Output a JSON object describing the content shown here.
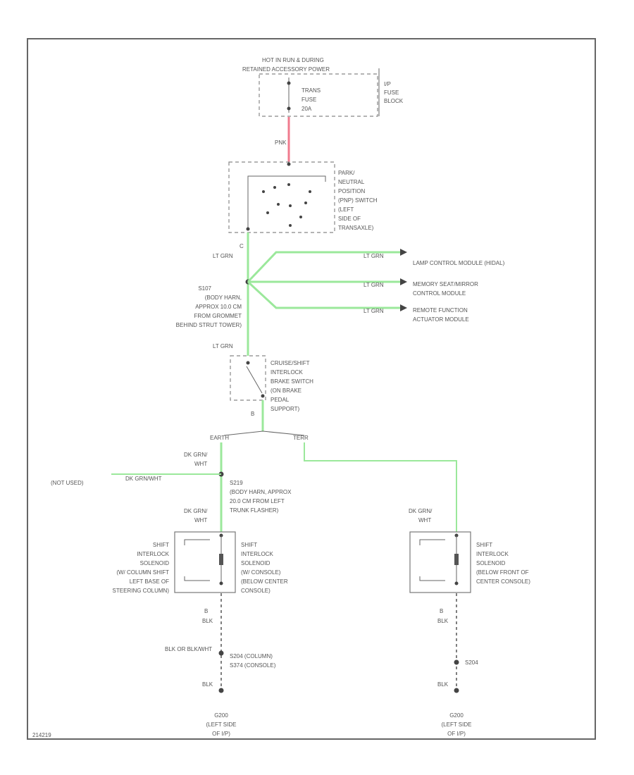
{
  "power": {
    "label_1": "HOT IN RUN & DURING",
    "label_2": "RETAINED ACCESSORY POWER",
    "fuse_1": "TRANS",
    "fuse_2": "FUSE",
    "fuse_3": "20A",
    "block_1": "I/P",
    "block_2": "FUSE",
    "block_3": "BLOCK"
  },
  "wires": {
    "pnk": "PNK",
    "lt_grn_a": "LT GRN",
    "lt_grn_b": "LT GRN",
    "lt_grn_c": "LT GRN",
    "lt_grn_d": "LT GRN",
    "lt_grn_e": "LT GRN",
    "dk_grn_wht_1": "DK GRN/",
    "dk_grn_wht_2": "WHT",
    "dk_grn_wht_3": "DK GRN/",
    "dk_grn_wht_4": "WHT",
    "dk_grn_wht_5": "DK GRN/",
    "dk_grn_wht_6": "WHT",
    "dk_grn_wht_h": "DK GRN/WHT",
    "blk_1": "BLK",
    "blk_2": "BLK",
    "blk_3": "BLK",
    "blk_4": "BLK",
    "blk_or_blkwht": "BLK OR BLK/WHT"
  },
  "pnp_switch": {
    "l1": "PARK/",
    "l2": "NEUTRAL",
    "l3": "POSITION",
    "l4": "(PNP) SWITCH",
    "l5": "(LEFT",
    "l6": "SIDE OF",
    "l7": "TRANSAXLE)",
    "pin_c": "C"
  },
  "splice_s107": {
    "l1": "S107",
    "l2": "(BODY HARN,",
    "l3": "APPROX 10.0 CM",
    "l4": "FROM GROMMET",
    "l5": "BEHIND STRUT TOWER)"
  },
  "outputs": {
    "o1": "LAMP CONTROL MODULE (HIDAL)",
    "o2a": "MEMORY SEAT/MIRROR",
    "o2b": "CONTROL MODULE",
    "o3a": "REMOTE FUNCTION",
    "o3b": "ACTUATOR MODULE"
  },
  "brake_switch": {
    "l1": "CRUISE/SHIFT",
    "l2": "INTERLOCK",
    "l3": "BRAKE SWITCH",
    "l4": "(ON BRAKE",
    "l5": "PEDAL",
    "l6": "SUPPORT)",
    "pin_b": "B"
  },
  "options": {
    "left": "EARTH",
    "right": "TERR"
  },
  "not_used": "(NOT USED)",
  "splice_s219": {
    "l1": "S219",
    "l2": "(BODY HARN, APPROX",
    "l3": "20.0 CM FROM LEFT",
    "l4": "TRUNK FLASHER)"
  },
  "solenoid_left": {
    "l1": "SHIFT",
    "l2": "INTERLOCK",
    "l3": "SOLENOID",
    "l4": "(W/ COLUMN SHIFT",
    "l5": "LEFT BASE OF",
    "l6": "STEERING COLUMN)"
  },
  "solenoid_mid": {
    "l1": "SHIFT",
    "l2": "INTERLOCK",
    "l3": "SOLENOID",
    "l4": "(W/ CONSOLE)",
    "l5": "(BELOW CENTER",
    "l6": "CONSOLE)"
  },
  "solenoid_right": {
    "l1": "SHIFT",
    "l2": "INTERLOCK",
    "l3": "SOLENOID",
    "l4": "(BELOW FRONT OF",
    "l5": "CENTER CONSOLE)"
  },
  "pins": {
    "b_left": "B",
    "b_right": "B"
  },
  "splice_bottom": {
    "l1": "S204 (COLUMN)",
    "l2": "S374 (CONSOLE)",
    "right": "S204"
  },
  "ground_left": {
    "l1": "G200",
    "l2": "(LEFT SIDE",
    "l3": "OF I/P)"
  },
  "ground_right": {
    "l1": "G200",
    "l2": "(LEFT SIDE",
    "l3": "OF I/P)"
  },
  "page_id": "214219",
  "colors": {
    "wire_green": "#9be89b",
    "wire_pink": "#f07a8e",
    "frame": "#666666"
  }
}
